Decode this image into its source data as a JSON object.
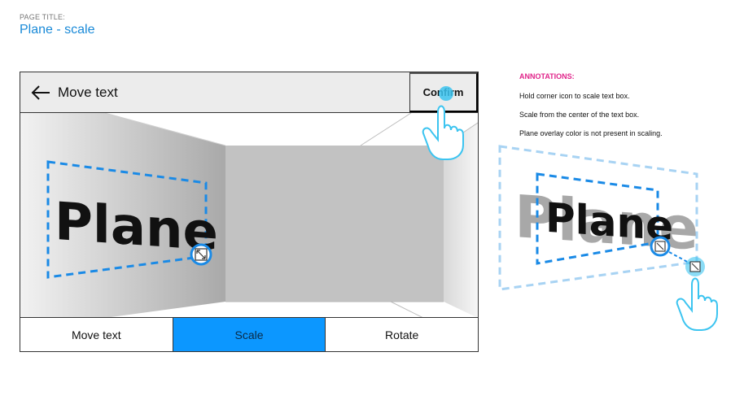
{
  "page": {
    "title_label": "PAGE TITLE:",
    "title": "Plane - scale"
  },
  "topbar": {
    "back_icon": "arrow-left-icon",
    "title": "Move text",
    "confirm_label": "Confirm"
  },
  "scene": {
    "text": "Plane",
    "scale_handle_icon": "resize-diagonal-icon"
  },
  "tabs": [
    {
      "label": "Move text",
      "active": false
    },
    {
      "label": "Scale",
      "active": true
    },
    {
      "label": "Rotate",
      "active": false
    }
  ],
  "annotations": {
    "heading": "ANNOTATIONS:",
    "notes": [
      "Hold corner icon to scale text box.",
      "Scale from the center of the text box.",
      "Plane overlay color is not present in scaling."
    ],
    "illustration": {
      "text_back": "Plane",
      "text_front": "Plane"
    }
  },
  "colors": {
    "accent": "#0c97ff",
    "dashed_box": "#1a8ae6",
    "annotation_heading": "#e0248a",
    "touch": "#3cc4f0"
  }
}
